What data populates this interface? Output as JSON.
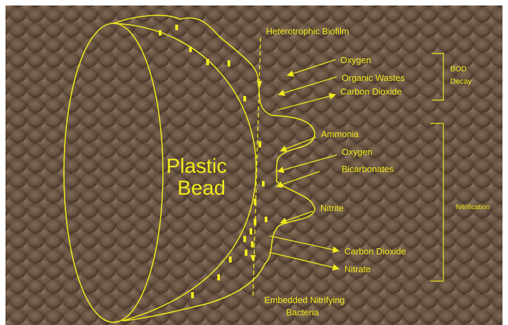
{
  "colors": {
    "background": "#5e4a3a",
    "bead_fill": "#6b5644",
    "bead_highlight": "#8a7360",
    "bead_shadow": "#3f3126",
    "annotation": "#f0ea1a"
  },
  "diagram": {
    "bead_label_line1": "Plastic",
    "bead_label_line2": "Bead",
    "biofilm_label": "Heterotrophic Biofilm",
    "embedded_label_line1": "Embedded Nitrifying",
    "embedded_label_line2": "Bacteria",
    "substances": [
      {
        "name": "Oxygen",
        "direction": "in"
      },
      {
        "name": "Organic Wastes",
        "direction": "in"
      },
      {
        "name": "Carbon Dioxide",
        "direction": "out"
      },
      {
        "name": "Ammonia",
        "direction": "in"
      },
      {
        "name": "Oxygen",
        "direction": "in"
      },
      {
        "name": "Bicarbonates",
        "direction": "in"
      },
      {
        "name": "Nitrite",
        "direction": "in"
      },
      {
        "name": "Carbon Dioxide",
        "direction": "out"
      },
      {
        "name": "Nitrate",
        "direction": "out"
      }
    ],
    "groups": [
      {
        "line1": "BOD",
        "line2": "Decay"
      },
      {
        "line1": "Nitrification",
        "line2": ""
      }
    ]
  }
}
